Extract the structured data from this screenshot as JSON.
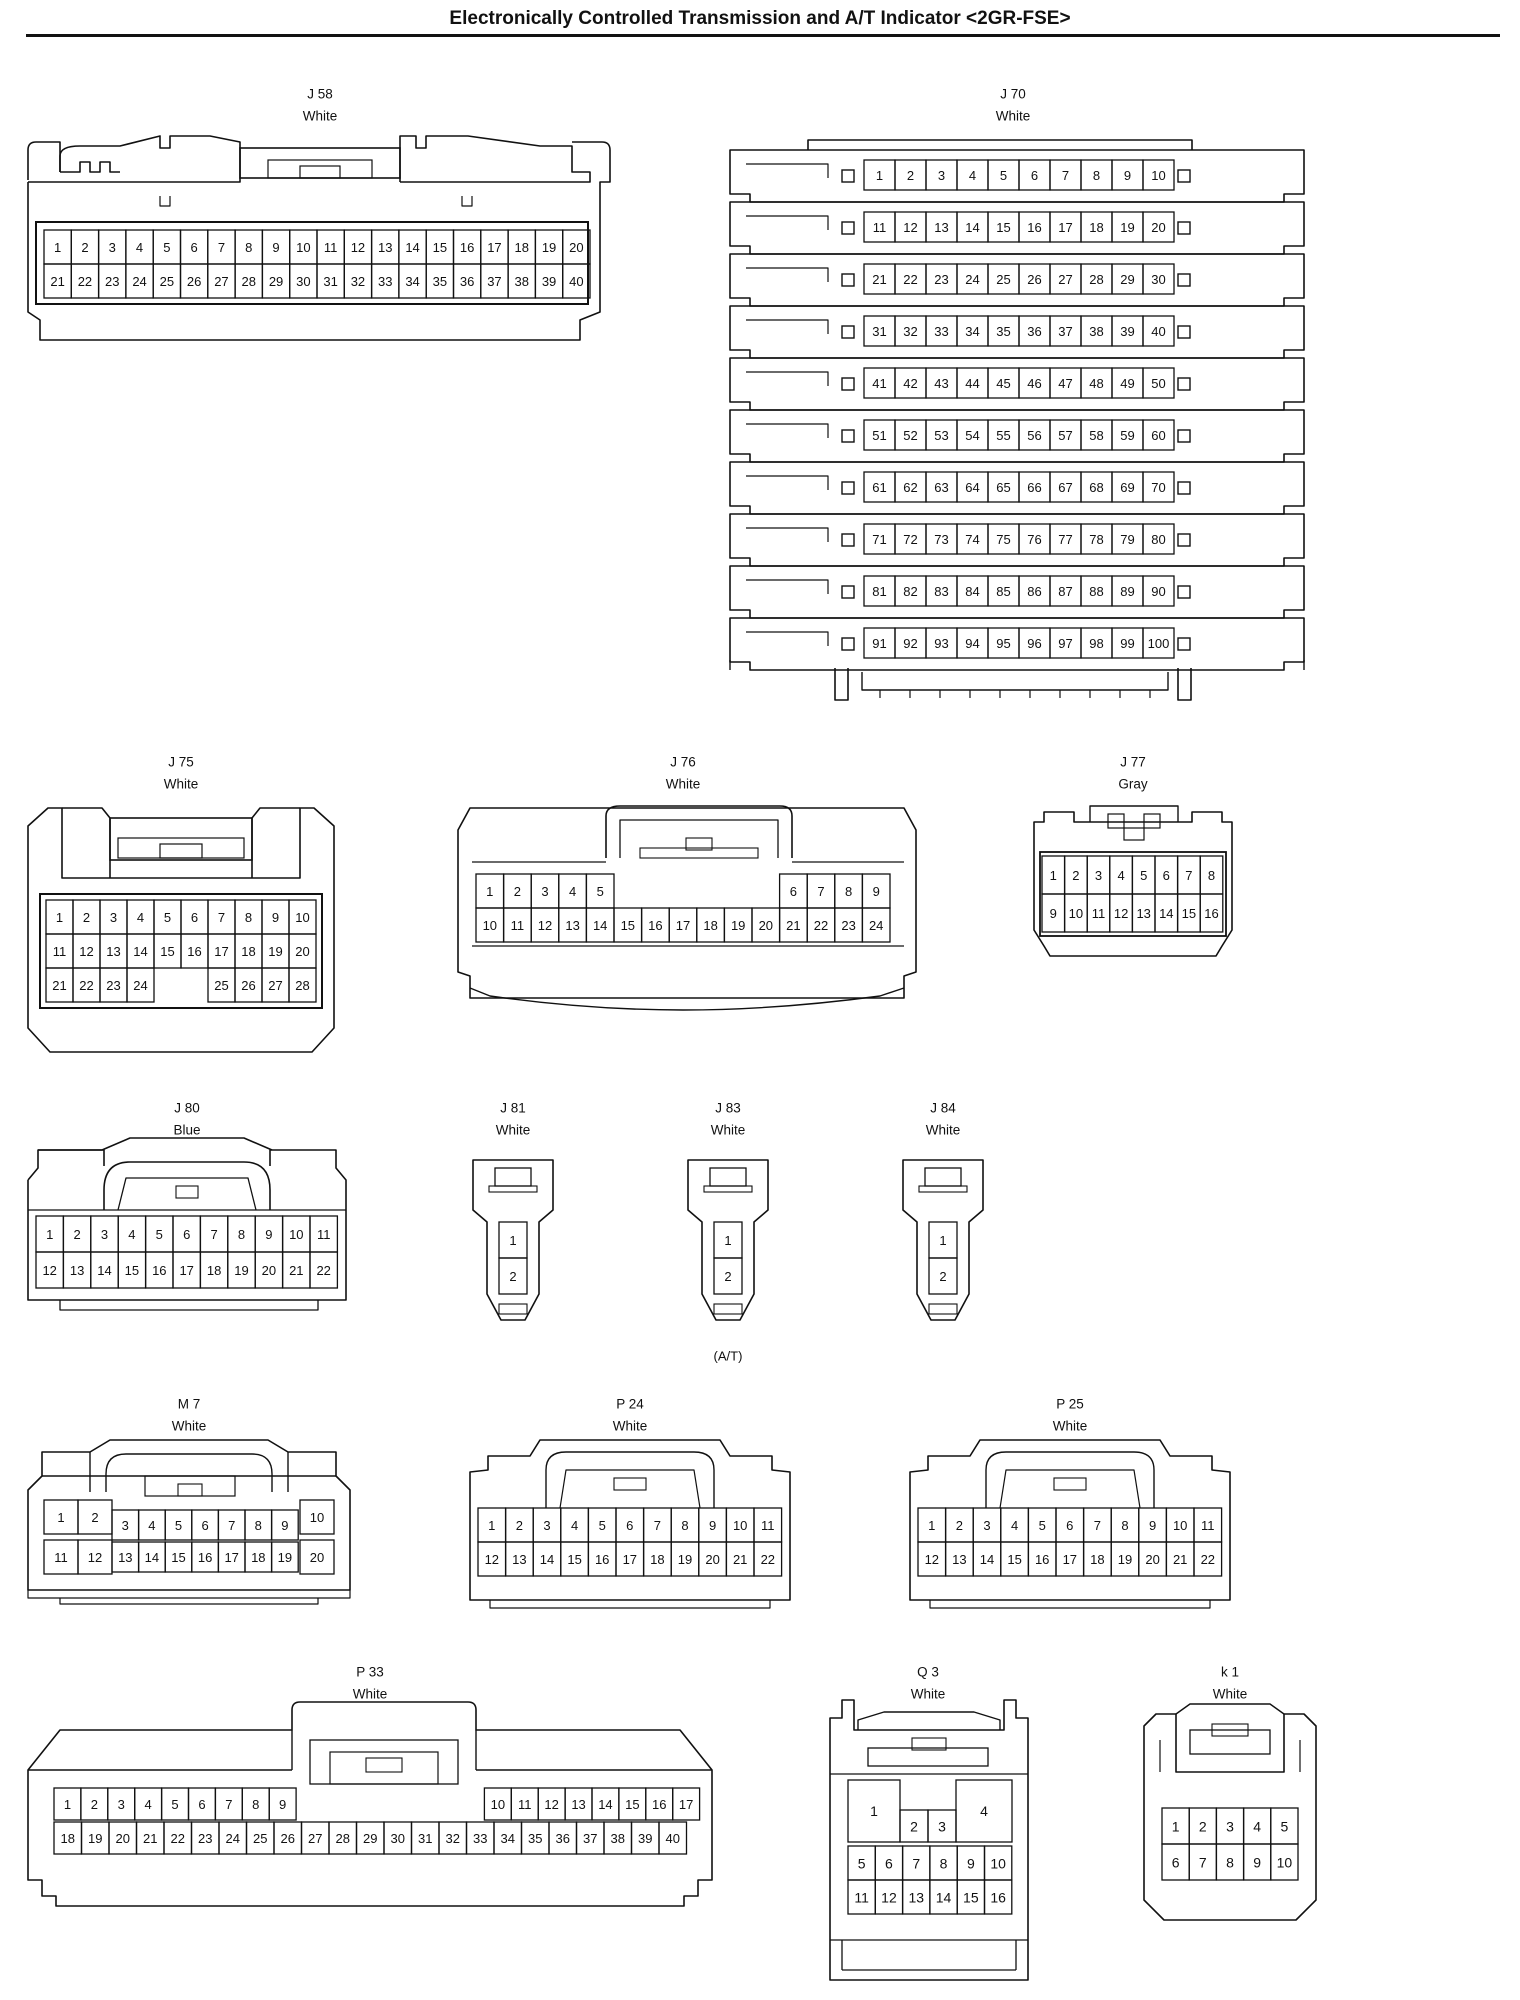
{
  "page": {
    "title": "Electronically Controlled Transmission and A/T Indicator <2GR-FSE>"
  },
  "connectors": {
    "J58": {
      "id": "J 58",
      "color": "White",
      "rows": [
        [
          1,
          2,
          3,
          4,
          5,
          6,
          7,
          8,
          9,
          10,
          11,
          12,
          13,
          14,
          15,
          16,
          17,
          18,
          19,
          20
        ],
        [
          21,
          22,
          23,
          24,
          25,
          26,
          27,
          28,
          29,
          30,
          31,
          32,
          33,
          34,
          35,
          36,
          37,
          38,
          39,
          40
        ]
      ]
    },
    "J70": {
      "id": "J 70",
      "color": "White",
      "rows": [
        [
          1,
          2,
          3,
          4,
          5,
          6,
          7,
          8,
          9,
          10
        ],
        [
          11,
          12,
          13,
          14,
          15,
          16,
          17,
          18,
          19,
          20
        ],
        [
          21,
          22,
          23,
          24,
          25,
          26,
          27,
          28,
          29,
          30
        ],
        [
          31,
          32,
          33,
          34,
          35,
          36,
          37,
          38,
          39,
          40
        ],
        [
          41,
          42,
          43,
          44,
          45,
          46,
          47,
          48,
          49,
          50
        ],
        [
          51,
          52,
          53,
          54,
          55,
          56,
          57,
          58,
          59,
          60
        ],
        [
          61,
          62,
          63,
          64,
          65,
          66,
          67,
          68,
          69,
          70
        ],
        [
          71,
          72,
          73,
          74,
          75,
          76,
          77,
          78,
          79,
          80
        ],
        [
          81,
          82,
          83,
          84,
          85,
          86,
          87,
          88,
          89,
          90
        ],
        [
          91,
          92,
          93,
          94,
          95,
          96,
          97,
          98,
          99,
          100
        ]
      ]
    },
    "J75": {
      "id": "J 75",
      "color": "White",
      "rows": [
        [
          1,
          2,
          3,
          4,
          5,
          6,
          7,
          8,
          9,
          10
        ],
        [
          11,
          12,
          13,
          14,
          15,
          16,
          17,
          18,
          19,
          20
        ],
        [
          21,
          22,
          23,
          24,
          null,
          null,
          25,
          26,
          27,
          28
        ]
      ]
    },
    "J76": {
      "id": "J 76",
      "color": "White",
      "rows": [
        [
          1,
          2,
          3,
          4,
          5,
          null,
          null,
          null,
          null,
          null,
          null,
          6,
          7,
          8,
          9
        ],
        [
          10,
          11,
          12,
          13,
          14,
          15,
          16,
          17,
          18,
          19,
          20,
          21,
          22,
          23,
          24
        ]
      ]
    },
    "J77": {
      "id": "J 77",
      "color": "Gray",
      "rows": [
        [
          1,
          2,
          3,
          4,
          5,
          6,
          7,
          8
        ],
        [
          9,
          10,
          11,
          12,
          13,
          14,
          15,
          16
        ]
      ]
    },
    "J80": {
      "id": "J 80",
      "color": "Blue",
      "rows": [
        [
          1,
          2,
          3,
          4,
          5,
          6,
          7,
          8,
          9,
          10,
          11
        ],
        [
          12,
          13,
          14,
          15,
          16,
          17,
          18,
          19,
          20,
          21,
          22
        ]
      ]
    },
    "J81": {
      "id": "J 81",
      "color": "White",
      "pins": [
        1,
        2
      ]
    },
    "J83": {
      "id": "J 83",
      "color": "White",
      "pins": [
        1,
        2
      ],
      "note": "(A/T)"
    },
    "J84": {
      "id": "J 84",
      "color": "White",
      "pins": [
        1,
        2
      ]
    },
    "M7": {
      "id": "M 7",
      "color": "White",
      "rows": [
        [
          1,
          2,
          3,
          4,
          5,
          6,
          7,
          8,
          9,
          10
        ],
        [
          11,
          12,
          13,
          14,
          15,
          16,
          17,
          18,
          19,
          20
        ]
      ]
    },
    "P24": {
      "id": "P 24",
      "color": "White",
      "rows": [
        [
          1,
          2,
          3,
          4,
          5,
          6,
          7,
          8,
          9,
          10,
          11
        ],
        [
          12,
          13,
          14,
          15,
          16,
          17,
          18,
          19,
          20,
          21,
          22
        ]
      ]
    },
    "P25": {
      "id": "P 25",
      "color": "White",
      "rows": [
        [
          1,
          2,
          3,
          4,
          5,
          6,
          7,
          8,
          9,
          10,
          11
        ],
        [
          12,
          13,
          14,
          15,
          16,
          17,
          18,
          19,
          20,
          21,
          22
        ]
      ]
    },
    "P33": {
      "id": "P 33",
      "color": "White",
      "rows": [
        [
          1,
          2,
          3,
          4,
          5,
          6,
          7,
          8,
          9,
          null,
          null,
          null,
          null,
          null,
          null,
          null,
          10,
          11,
          12,
          13,
          14,
          15,
          16,
          17
        ],
        [
          18,
          19,
          20,
          21,
          22,
          23,
          24,
          25,
          26,
          27,
          28,
          29,
          30,
          31,
          32,
          33,
          34,
          35,
          36,
          37,
          38,
          39,
          40
        ]
      ]
    },
    "Q3": {
      "id": "Q 3",
      "color": "White",
      "pins": [
        1,
        2,
        3,
        4,
        5,
        6,
        7,
        8,
        9,
        10,
        11,
        12,
        13,
        14,
        15,
        16
      ]
    },
    "k1": {
      "id": "k 1",
      "color": "White",
      "rows": [
        [
          1,
          2,
          3,
          4,
          5
        ],
        [
          6,
          7,
          8,
          9,
          10
        ]
      ]
    }
  }
}
